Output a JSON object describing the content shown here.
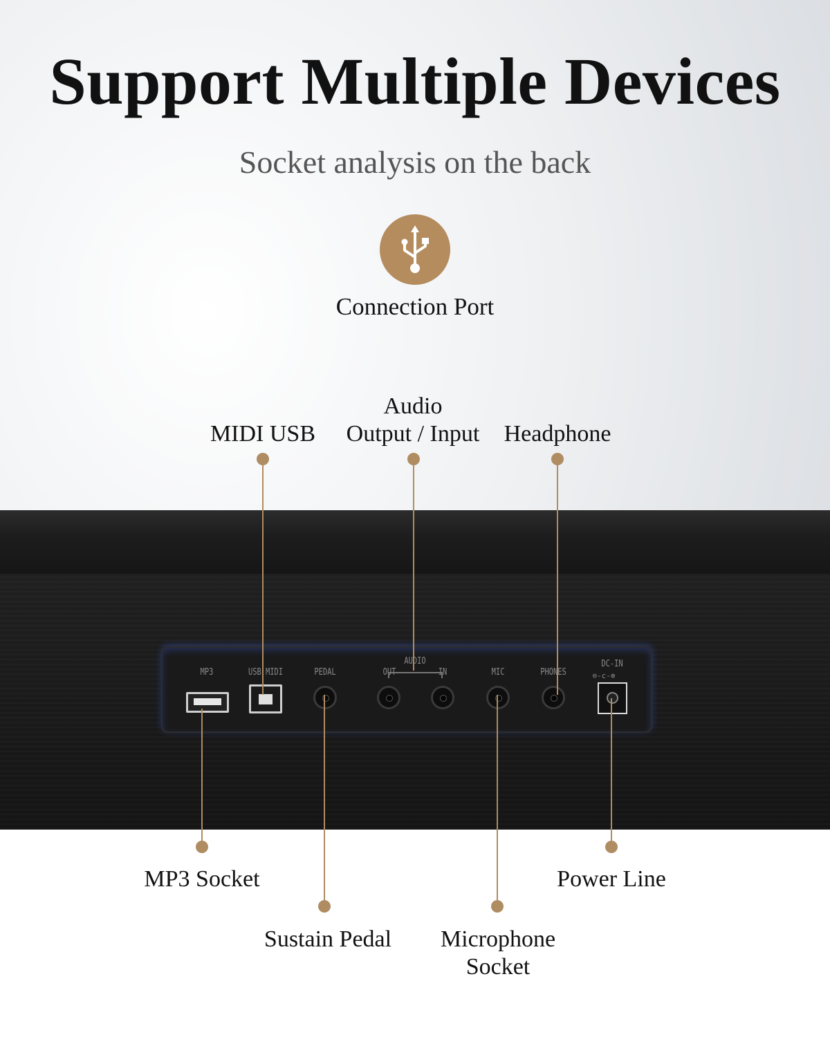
{
  "title": "Support Multiple Devices",
  "subtitle": "Socket analysis on the back",
  "connection_port_label": "Connection Port",
  "accent_color": "#b48c5e",
  "icon": "usb-icon",
  "callouts": {
    "midi_usb": "MIDI USB",
    "audio_line1": "Audio",
    "audio_line2": "Output / Input",
    "headphone": "Headphone",
    "mp3_socket": "MP3 Socket",
    "sustain_pedal": "Sustain Pedal",
    "microphone_line1": "Microphone",
    "microphone_line2": "Socket",
    "power_line": "Power Line"
  },
  "panel_labels": {
    "mp3": "MP3",
    "usb_midi": "USB MIDI",
    "pedal": "PEDAL",
    "audio": "AUDIO",
    "out": "OUT",
    "in": "IN",
    "mic": "MIC",
    "phones": "PHONES",
    "dc_in": "DC-IN"
  }
}
